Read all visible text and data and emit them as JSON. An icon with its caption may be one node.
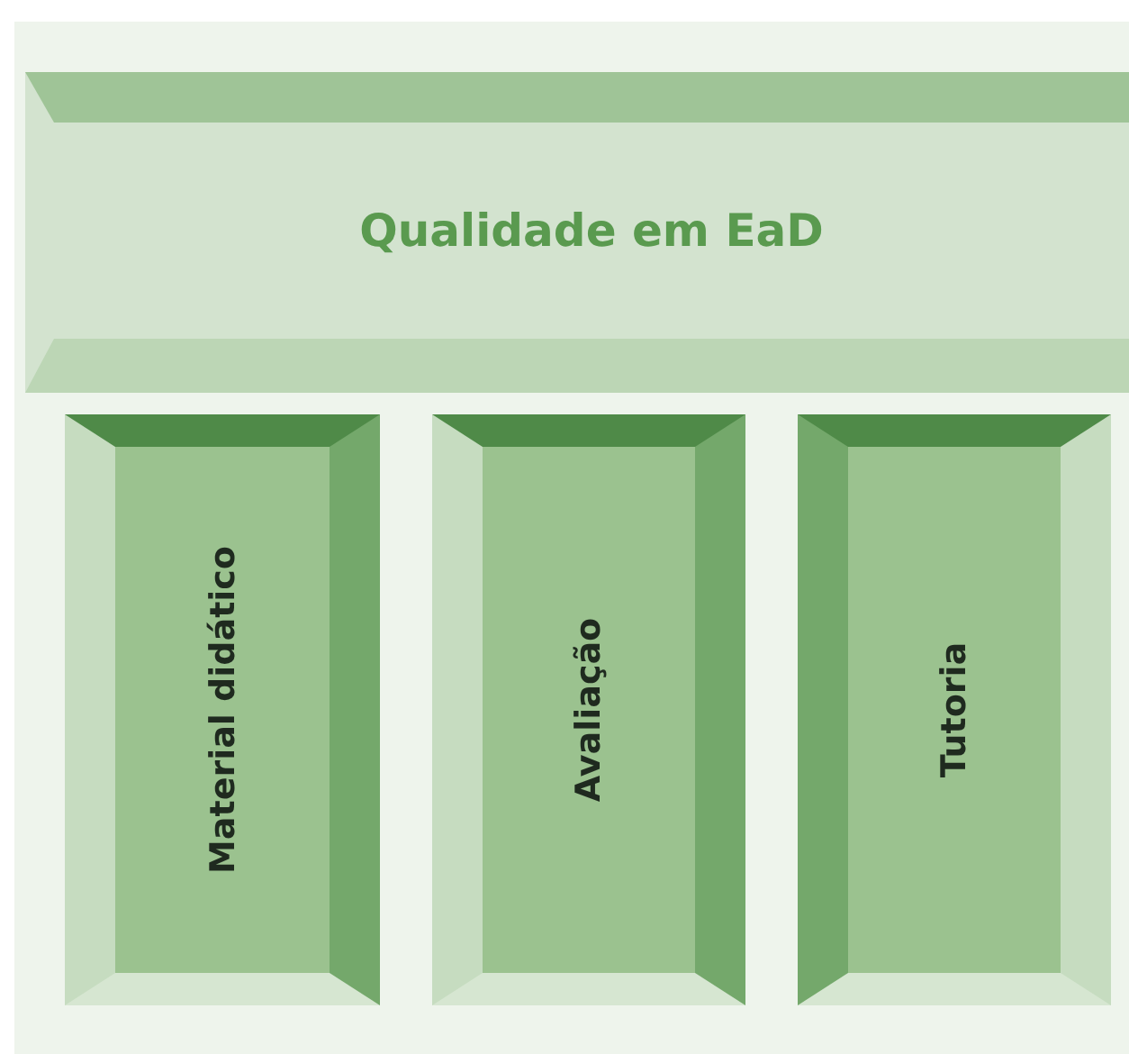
{
  "diagram": {
    "nodes": [
      {
        "text": [
          "Qualidade em EaD"
        ]
      },
      {
        "text": [
          "Material didático"
        ]
      },
      {
        "text": [
          "Avaliação"
        ]
      },
      {
        "text": [
          "Tutoria"
        ]
      }
    ]
  }
}
